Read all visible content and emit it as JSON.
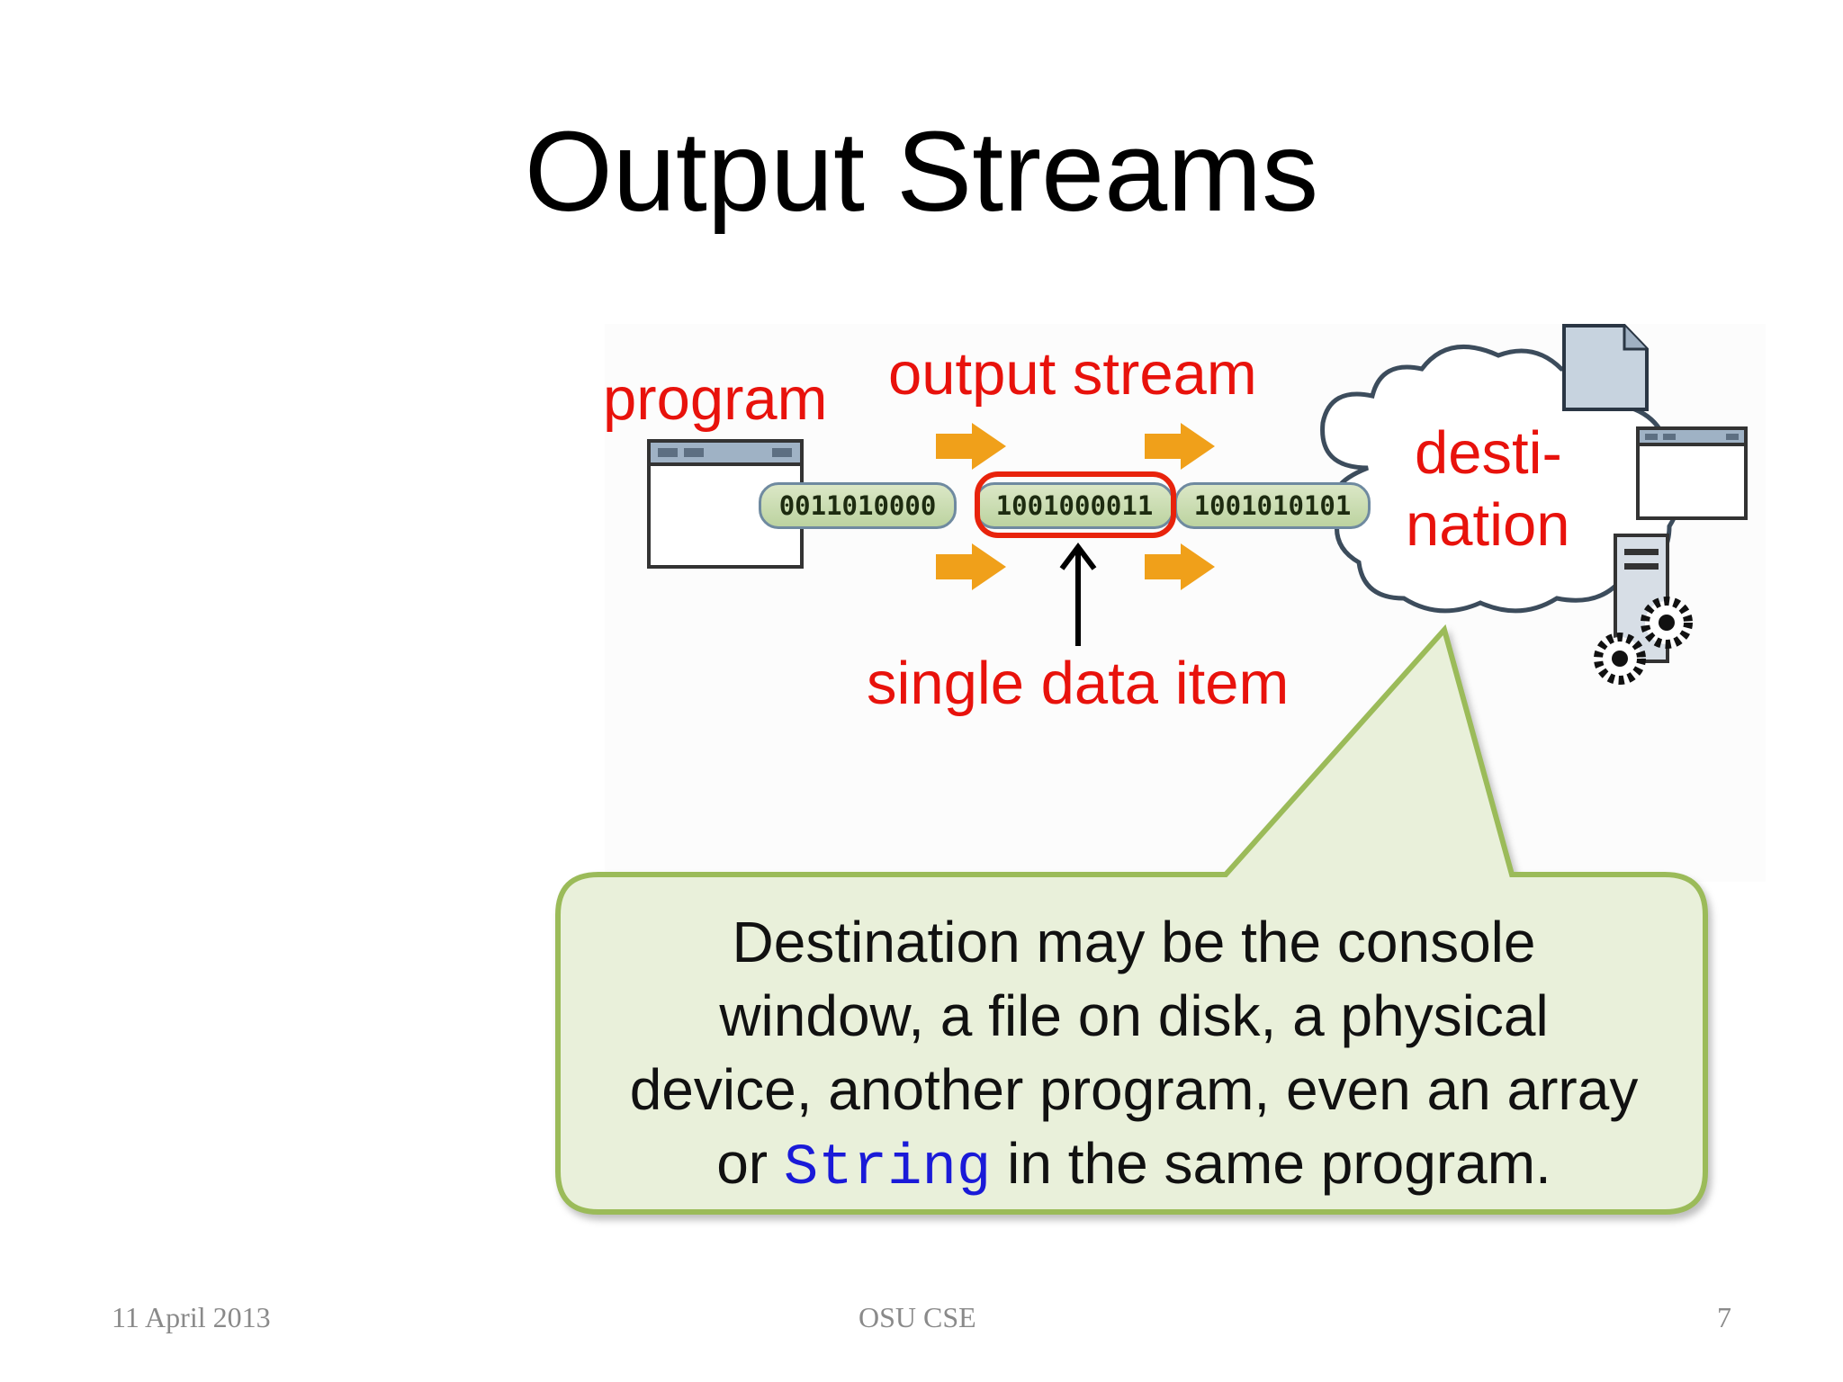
{
  "slide": {
    "title": "Output Streams",
    "footer_date": "11 April 2013",
    "footer_center": "OSU CSE",
    "page_number": "7"
  },
  "diagram": {
    "label_program": "program",
    "label_stream": "output stream",
    "label_destination_line1": "desti-",
    "label_destination_line2": "nation",
    "label_item": "single data item",
    "segments": [
      "0011010000",
      "1001000011",
      "1001010101"
    ],
    "highlighted_segment_index": 1,
    "colors": {
      "label": "#e8120c",
      "highlight": "#e8230c",
      "arrow": "#f0a01a",
      "segment_fill": "#c9dcb0",
      "callout_fill": "#e9f0da",
      "callout_border": "#9bbb59",
      "code_text": "#1a1ad8"
    }
  },
  "callout": {
    "line1": "Destination may be the console",
    "line2": "window, a file on disk, a physical",
    "line3": "device, another program, even an array",
    "line4_pre": "or ",
    "line4_code": "String",
    "line4_post": " in the same program."
  }
}
